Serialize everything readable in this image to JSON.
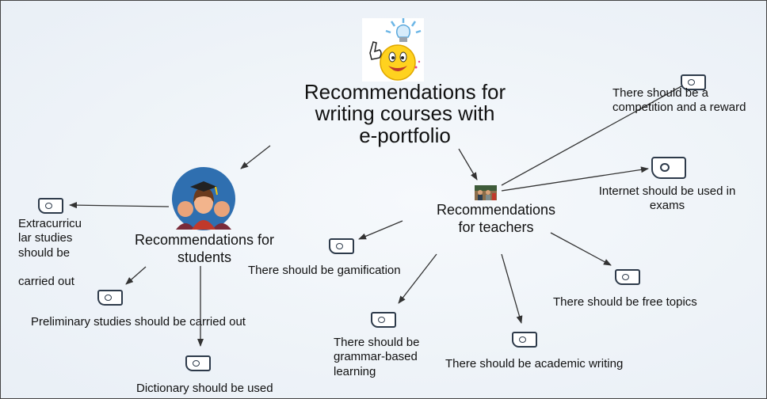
{
  "title": "Recommendations for\nwriting courses with\ne-portfolio",
  "students": {
    "label": "Recommendations for\nstudents",
    "items": [
      "Extracurricu\nlar studies\nshould be\n\ncarried out",
      "Preliminary studies should be carried out",
      "Dictionary should be used"
    ]
  },
  "teachers": {
    "label": "Recommendations\nfor teachers",
    "items": [
      "There should be a\ncompetition and a reward",
      "Internet should be used in\nexams",
      "There should be gamification",
      "There should be free topics",
      "There should be\ngrammar-based\nlearning",
      "There should be academic writing"
    ]
  },
  "colors": {
    "arrow": "#333333",
    "chip_border": "#2d3a4a",
    "background": "#eef3f8"
  },
  "icons": [
    "lightbulb-smiley-icon",
    "graduate-student-icon",
    "teacher-photo-icon",
    "note-icon"
  ]
}
